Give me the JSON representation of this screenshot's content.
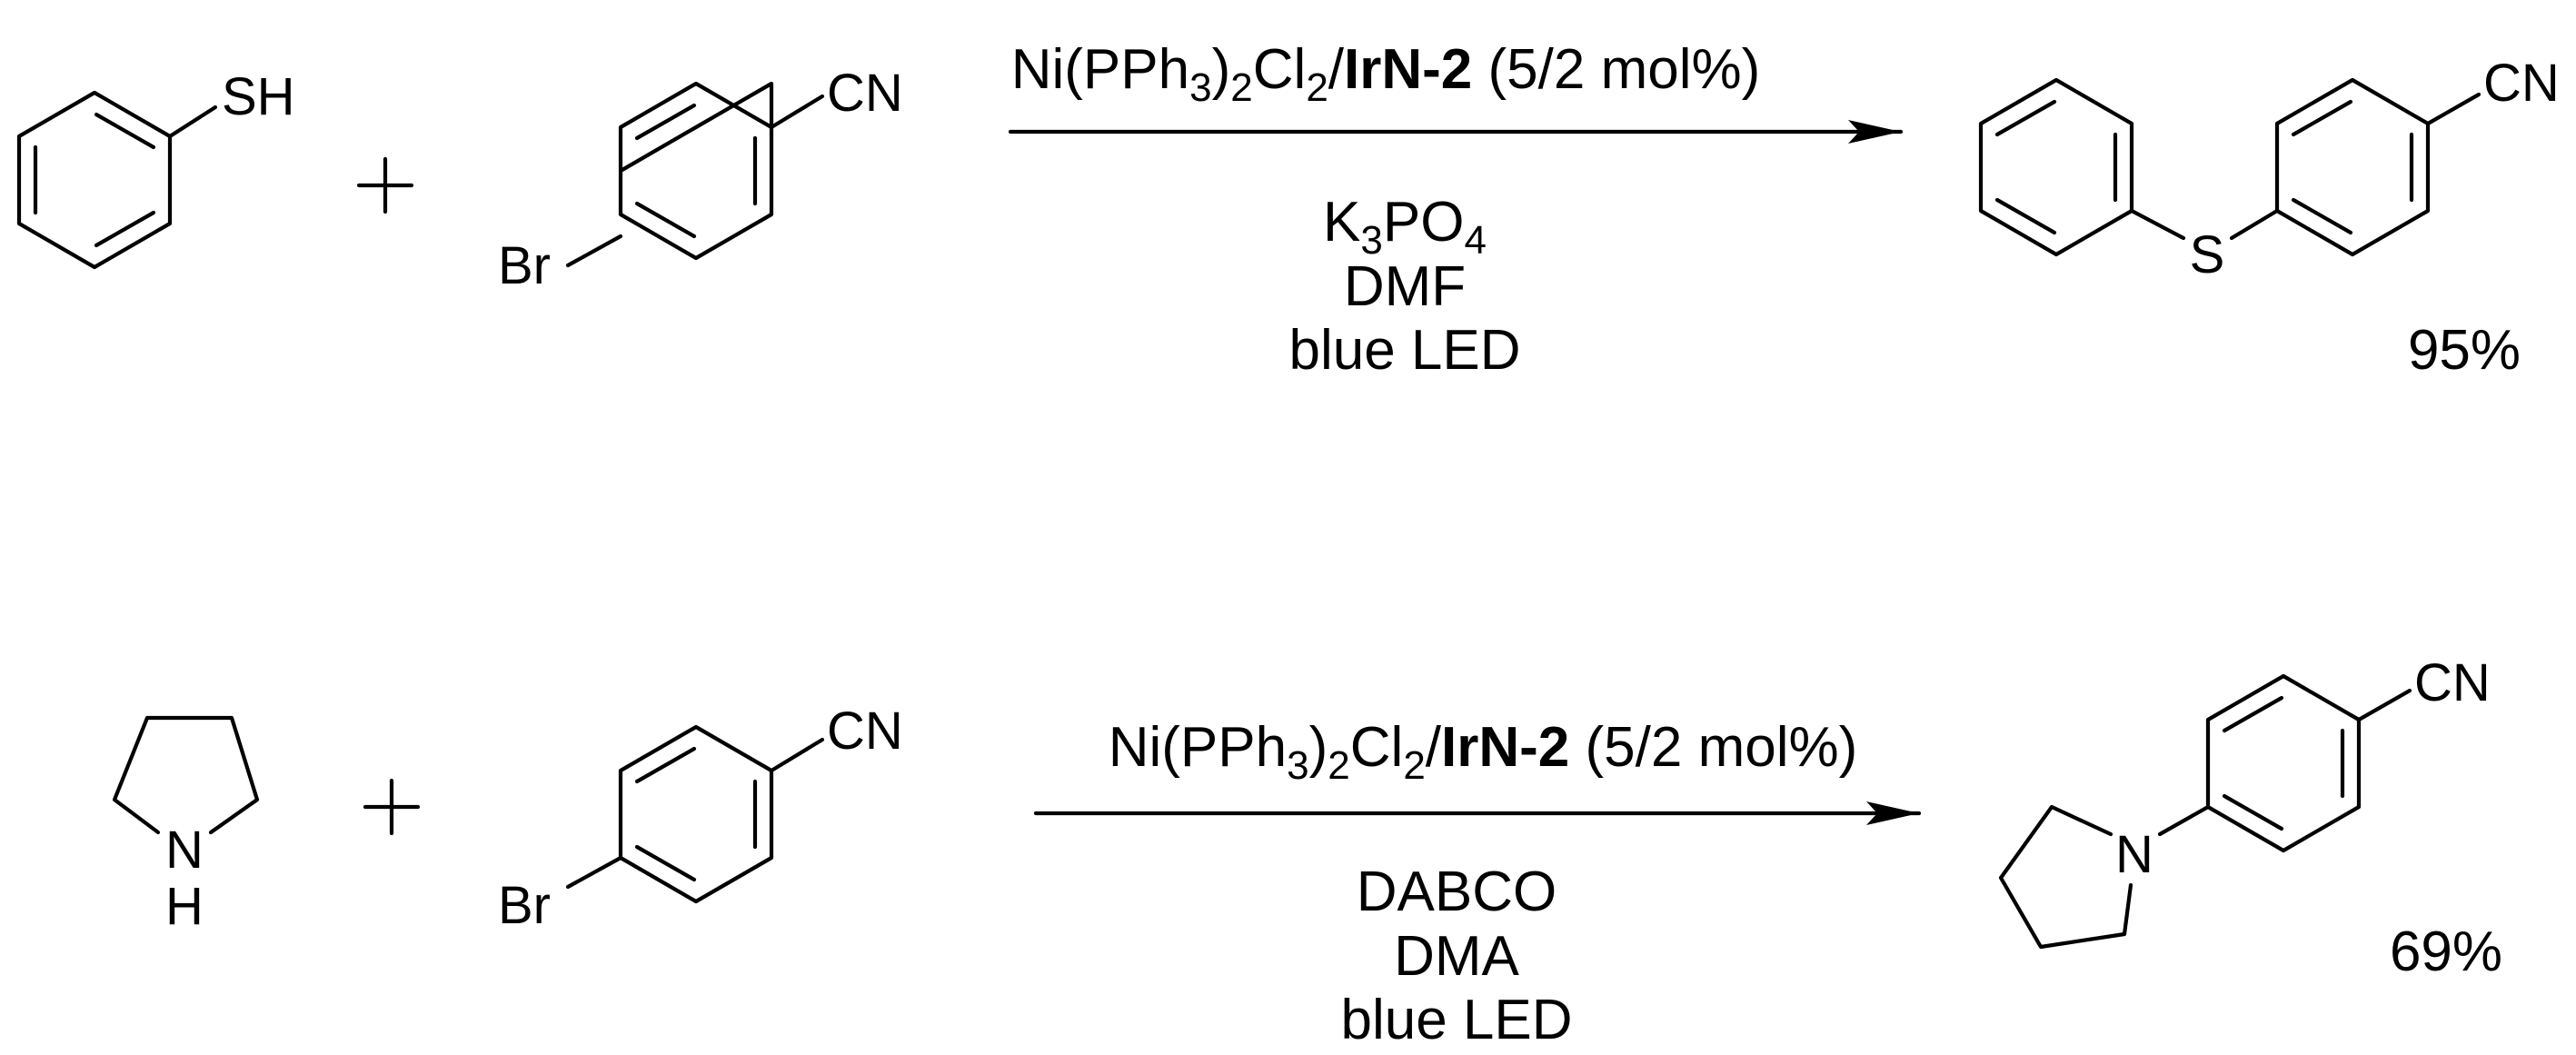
{
  "reaction_1": {
    "reactant_a": {
      "name": "thiophenol",
      "label_sh": "SH"
    },
    "plus_sign": "+",
    "reactant_b": {
      "name": "4-bromobenzonitrile",
      "label_br": "Br",
      "label_cn": "CN"
    },
    "catalyst": {
      "ni": "Ni(PPh",
      "sub1": "3",
      "paren": ")",
      "sub2": "2",
      "cl": "Cl",
      "sub3": "2",
      "slash": "/",
      "irn": "IrN-2",
      "loading": " (5/2 mol%)"
    },
    "conditions": {
      "base_k": "K",
      "base_sub3": "3",
      "base_po": "PO",
      "base_sub4": "4",
      "solvent": "DMF",
      "light": "blue LED"
    },
    "product": {
      "name": "4-(phenylthio)benzonitrile",
      "label_s": "S",
      "label_cn": "CN"
    },
    "yield": "95%"
  },
  "reaction_2": {
    "reactant_a": {
      "name": "pyrrolidine",
      "label_n": "N",
      "label_h": "H"
    },
    "plus_sign": "+",
    "reactant_b": {
      "name": "4-bromobenzonitrile",
      "label_br": "Br",
      "label_cn": "CN"
    },
    "catalyst": {
      "ni": "Ni(PPh",
      "sub1": "3",
      "paren": ")",
      "sub2": "2",
      "cl": "Cl",
      "sub3": "2",
      "slash": "/",
      "irn": "IrN-2",
      "loading": " (5/2 mol%)"
    },
    "conditions": {
      "base": "DABCO",
      "solvent": "DMA",
      "light": "blue LED"
    },
    "product": {
      "name": "4-(pyrrolidin-1-yl)benzonitrile",
      "label_n": "N",
      "label_cn": "CN"
    },
    "yield": "69%"
  },
  "colors": {
    "ink": "#000000",
    "background": "#ffffff"
  }
}
